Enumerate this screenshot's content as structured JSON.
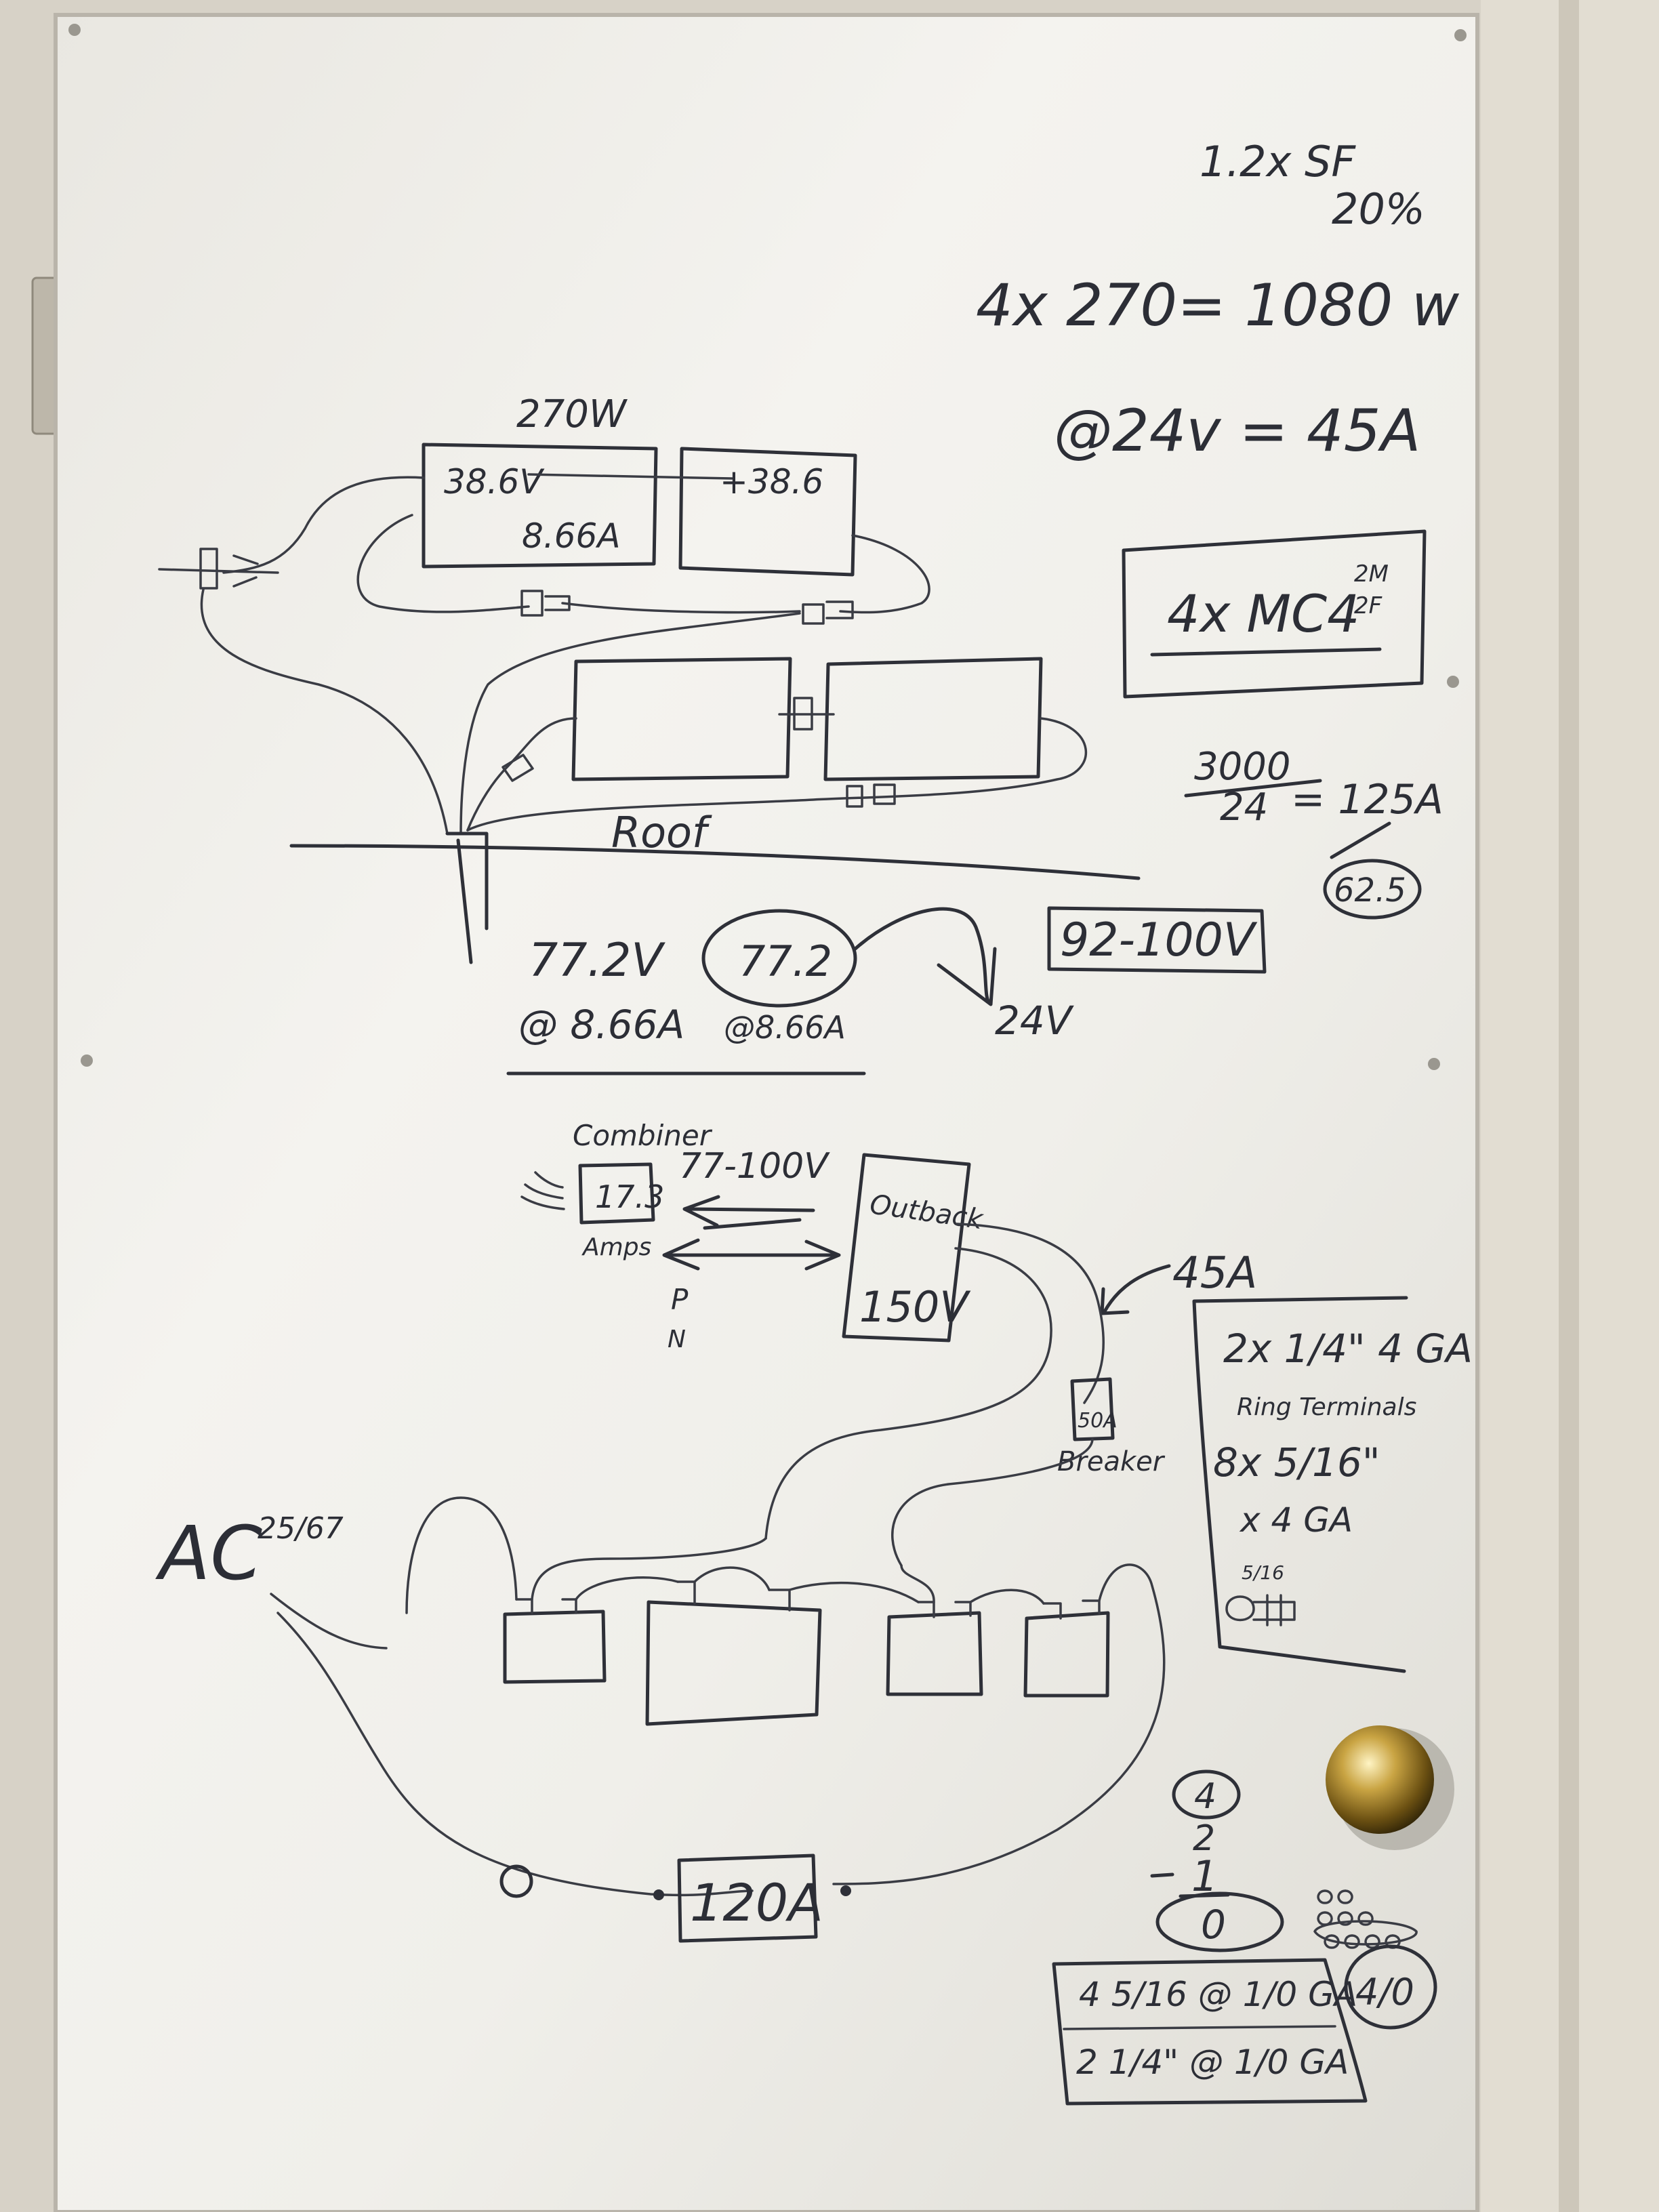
{
  "top_notes": {
    "safety_factor": "1.2x  SF",
    "safety_pct": "20%",
    "array_watts": "4x 270= 1080 w",
    "at_24v": "@24v = 45A",
    "mc4_main": "4x MC4",
    "mc4_m": "2M",
    "mc4_f": "2F",
    "div_top": "3000",
    "div_bottom": "24",
    "div_result": "= 125A",
    "half_amps": "62.5"
  },
  "panels": {
    "watt_label": "270W",
    "volts_left": "38.6V",
    "amps_left": "8.66A",
    "volts_right": "+38.6",
    "roof_label": "Roof"
  },
  "series": {
    "volts": "77.2V",
    "amps": "@ 8.66A",
    "circled_volts": "77.2",
    "circled_amps": "@8.66A",
    "range_box": "92-100V",
    "output": "24V"
  },
  "controller": {
    "combiner": "Combiner",
    "combiner_amps": "17.3",
    "amps_word": "Amps",
    "voltage_range": "77-100V",
    "p": "P",
    "n": "N",
    "brand": "Outback",
    "rating": "150V",
    "current": "45A",
    "breaker_rating": "50A",
    "breaker_word": "Breaker"
  },
  "cable_notes": {
    "line1": "2x 1/4\"  4 GA",
    "line2": "Ring Terminals",
    "line3": "8x 5/16\"",
    "line4": "x  4  GA",
    "line5": "5/16"
  },
  "ac": {
    "label": "AC",
    "fraction": "25/67",
    "fuse": "120A"
  },
  "bottom_notes": {
    "circled_four": "4",
    "two": "2",
    "one": "1",
    "zero": "0",
    "wire_gauge": "4/0",
    "row1": "4  5/16 @  1/0  GA",
    "row2": "2  1/4\" @  1/0  GA"
  }
}
